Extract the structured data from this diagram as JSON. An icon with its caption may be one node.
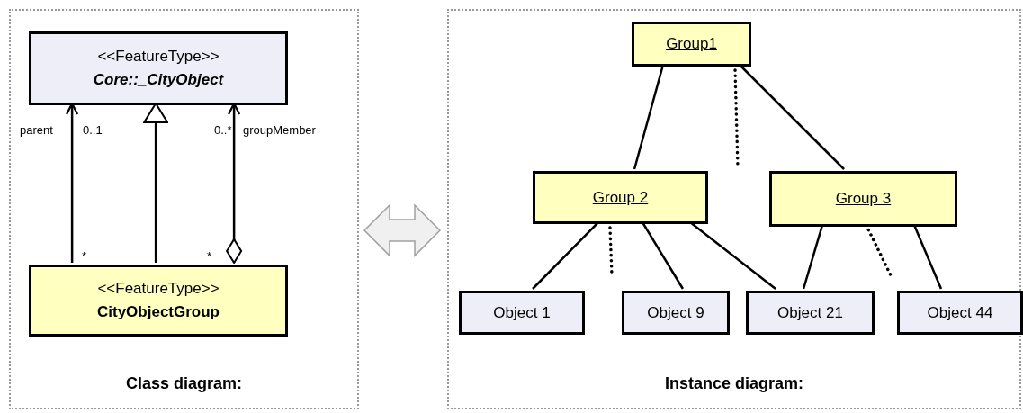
{
  "diagram": {
    "nodes": [
      {
        "text": [
          "Class diagram:"
        ]
      },
      {
        "text": [
          "<<FeatureType>>",
          "Core::_CityObject"
        ],
        "in": 0
      },
      {
        "text": [
          "<<FeatureType>>",
          "CityObjectGroup"
        ],
        "in": 0
      },
      {
        "text": [
          "Instance diagram:"
        ]
      },
      {
        "text": [
          "Group1"
        ],
        "in": 3
      },
      {
        "text": [
          "Group 2"
        ],
        "in": 3
      },
      {
        "text": [
          "Group 3"
        ],
        "in": 3
      },
      {
        "text": [
          "Object 1"
        ],
        "in": 3
      },
      {
        "text": [
          "Object 9"
        ],
        "in": 3
      },
      {
        "text": [
          "Object 21"
        ],
        "in": 3
      },
      {
        "text": [
          "Object 44"
        ],
        "in": 3
      }
    ],
    "edges": [
      {
        "from": 2,
        "to": 1,
        "arrow": "to"
      },
      {
        "from": 2,
        "to": 1,
        "arrow": "to"
      },
      {
        "from": 2,
        "to": 1,
        "arrow": "to"
      },
      {
        "from": 0,
        "to": 3,
        "arrow": "both",
        "style": "thick",
        "color": "#a0a0a0"
      },
      {
        "from": 4,
        "to": 5,
        "arrow": "none"
      },
      {
        "from": 4,
        "to": 6,
        "arrow": "none"
      },
      {
        "from": 4,
        "to": null,
        "arrow": "none",
        "style": "dashed"
      },
      {
        "from": 5,
        "to": 7,
        "arrow": "none"
      },
      {
        "from": 5,
        "to": null,
        "arrow": "none",
        "style": "dashed"
      },
      {
        "from": 5,
        "to": 8,
        "arrow": "none"
      },
      {
        "from": 5,
        "to": 9,
        "arrow": "none"
      },
      {
        "from": 6,
        "to": 9,
        "arrow": "none"
      },
      {
        "from": 6,
        "to": null,
        "arrow": "none",
        "style": "dashed"
      },
      {
        "from": 6,
        "to": 10,
        "arrow": "none"
      }
    ],
    "labels": [
      "parent",
      "0..1",
      "0..*",
      "groupMember",
      "*",
      "*"
    ]
  }
}
